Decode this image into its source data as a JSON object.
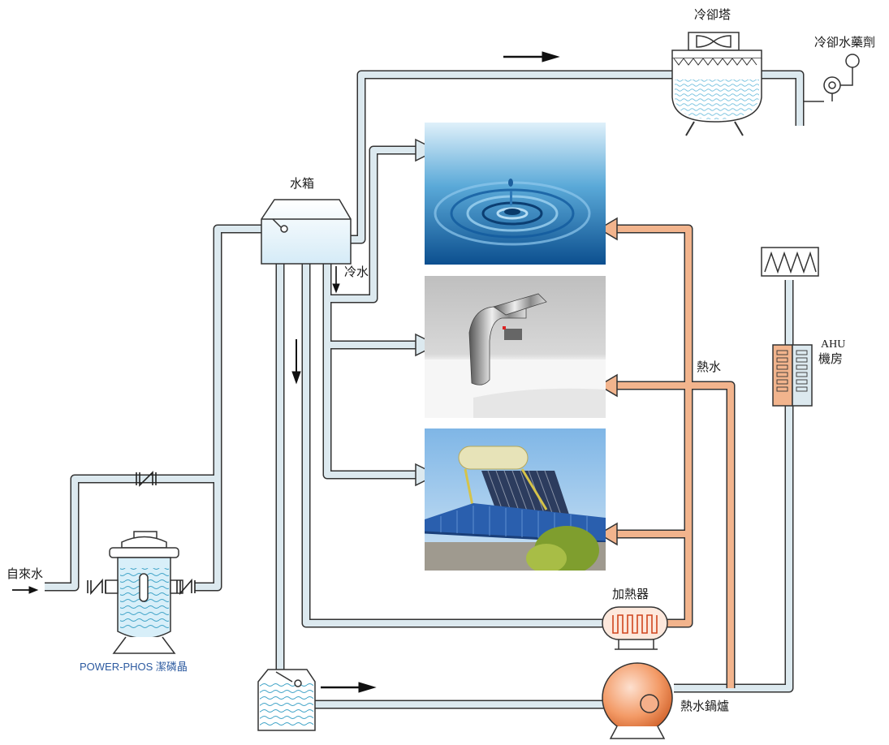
{
  "labels": {
    "cooling_tower": "冷卻塔",
    "cooling_chemical": "冷卻水藥劑",
    "water_tank": "水箱",
    "cold_water": "冷水",
    "hot_water": "熱水",
    "ahu_line1": "AHU",
    "ahu_line2": "機房",
    "heater": "加熱器",
    "boiler": "熱水鍋爐",
    "tap_water": "自來水",
    "product": "POWER-PHOS 潔磷晶"
  },
  "photos": [
    {
      "name": "water-droplet-photo"
    },
    {
      "name": "faucet-photo"
    },
    {
      "name": "solar-heater-photo"
    }
  ],
  "colors": {
    "cold_pipe": "#dce9ef",
    "hot_pipe": "#f2b48d",
    "pipe_outline": "#333333",
    "product_label": "#2c5aa0"
  }
}
